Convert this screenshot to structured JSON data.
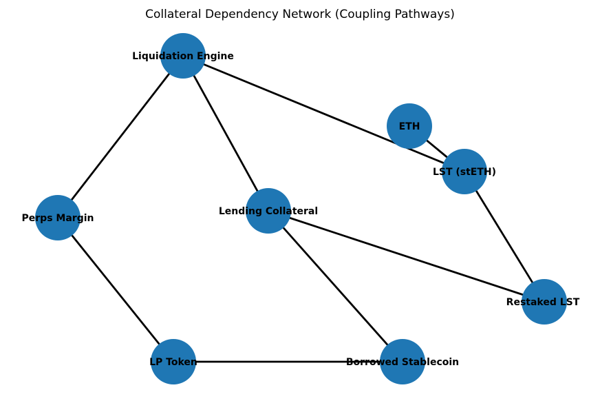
{
  "title": "Collateral Dependency Network (Coupling Pathways)",
  "colors": {
    "background": "#ffffff",
    "node_fill": "#1f77b4",
    "edge": "#000000",
    "label": "#000000"
  },
  "graph": {
    "type": "network",
    "nodes": [
      {
        "id": "liquidation-engine",
        "label": "Liquidation Engine"
      },
      {
        "id": "eth",
        "label": "ETH"
      },
      {
        "id": "lst-steth",
        "label": "LST (stETH)"
      },
      {
        "id": "lending-collateral",
        "label": "Lending Collateral"
      },
      {
        "id": "perps-margin",
        "label": "Perps Margin"
      },
      {
        "id": "restaked-lst",
        "label": "Restaked LST"
      },
      {
        "id": "lp-token",
        "label": "LP Token"
      },
      {
        "id": "borrowed-stablecoin",
        "label": "Borrowed Stablecoin"
      }
    ],
    "edges": [
      [
        "Liquidation Engine",
        "Perps Margin"
      ],
      [
        "Liquidation Engine",
        "Lending Collateral"
      ],
      [
        "Liquidation Engine",
        "LST (stETH)"
      ],
      [
        "ETH",
        "LST (stETH)"
      ],
      [
        "LST (stETH)",
        "Restaked LST"
      ],
      [
        "Lending Collateral",
        "Restaked LST"
      ],
      [
        "Lending Collateral",
        "Borrowed Stablecoin"
      ],
      [
        "Perps Margin",
        "LP Token"
      ],
      [
        "LP Token",
        "Borrowed Stablecoin"
      ]
    ]
  }
}
